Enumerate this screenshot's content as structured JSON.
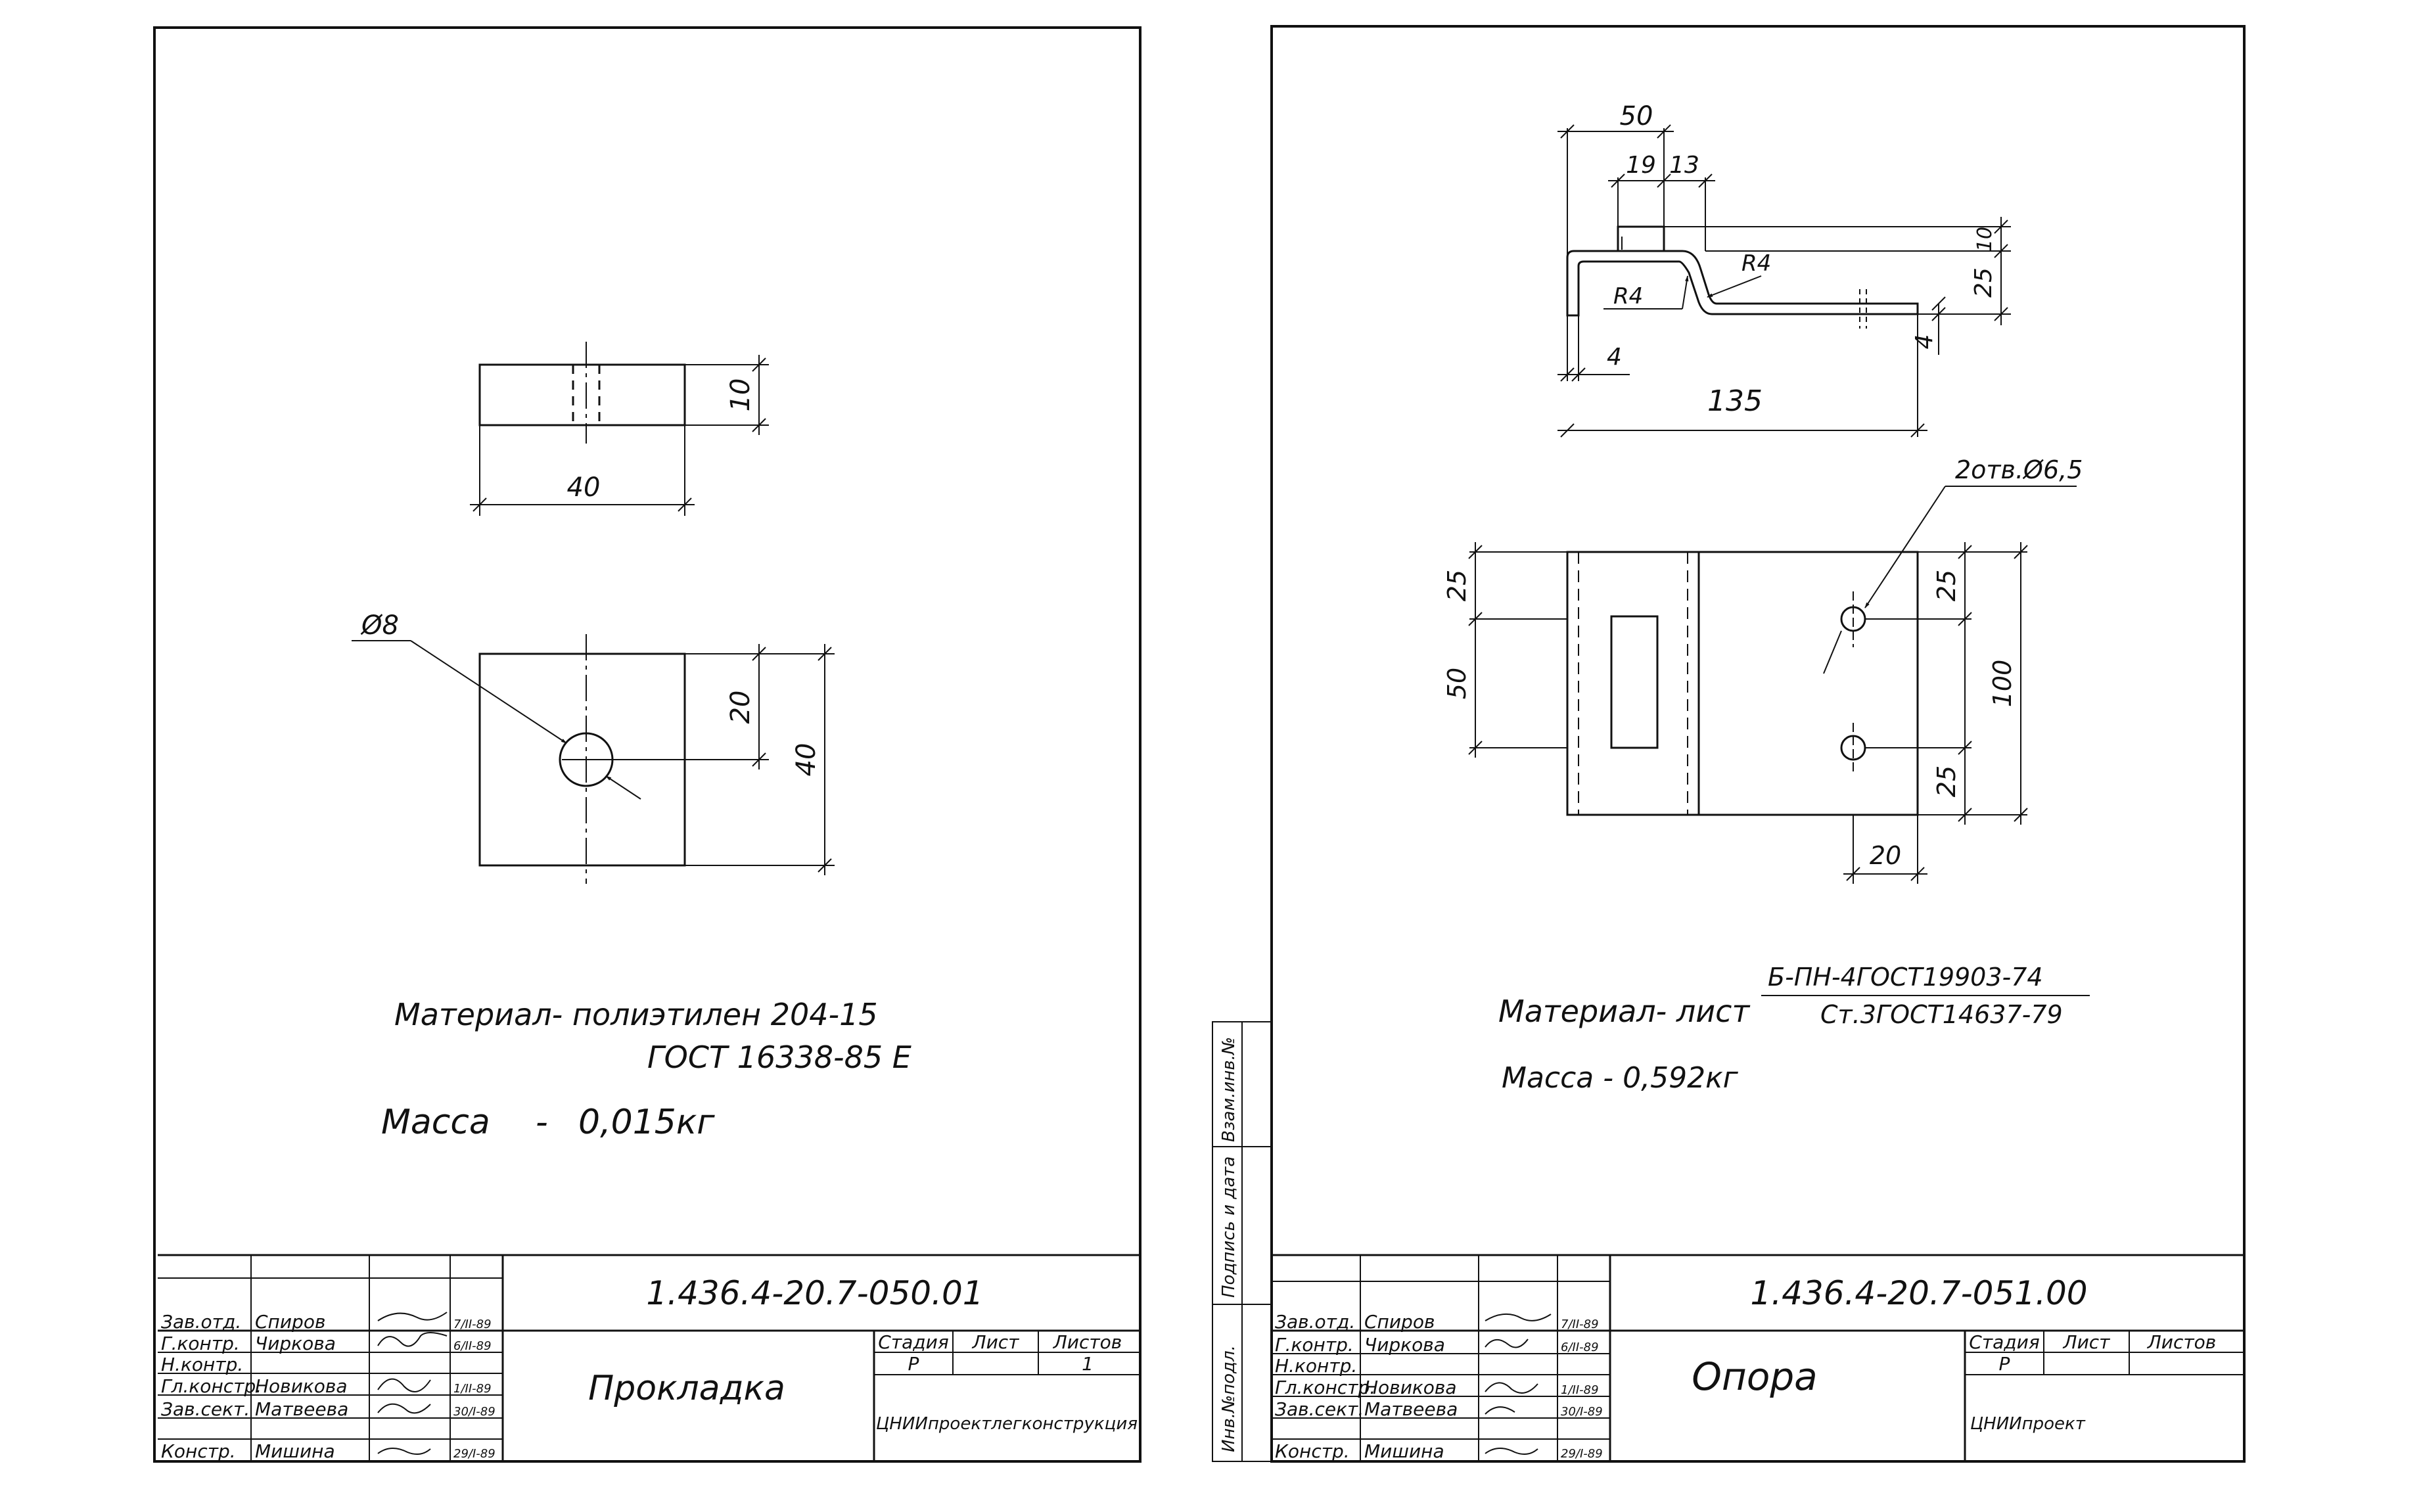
{
  "sheet1": {
    "drawing": {
      "dim_width": "40",
      "dim_thickness": "10",
      "dim_hole_dia": "Ø8",
      "dim_hole_pos": "20",
      "dim_height": "40"
    },
    "material_line1": "Материал- полиэтилен 204-15",
    "material_line2": "ГОСТ 16338-85 Е",
    "mass_label": "Масса",
    "mass_dash": "-",
    "mass_value": "0,015кг",
    "title_block": {
      "doc_code": "1.436.4-20.7-050.01",
      "part_name": "Прокладка",
      "stage_header": "Стадия",
      "sheet_header": "Лист",
      "sheets_header": "Листов",
      "stage_value": "Р",
      "sheets_value": "1",
      "org": "ЦНИИпроектлегконструкция",
      "rows": [
        {
          "role": "Зав.отд.",
          "name": "Спиров",
          "date": "7/II-89"
        },
        {
          "role": "Г.контр.",
          "name": "Чиркова",
          "date": "6/II-89"
        },
        {
          "role": "Н.контр.",
          "name": "",
          "date": ""
        },
        {
          "role": "Гл.констр.",
          "name": "Новикова",
          "date": "1/II-89"
        },
        {
          "role": "Зав.сект.",
          "name": "Матвеева",
          "date": "30/I-89"
        },
        {
          "role": "Констр.",
          "name": "Мишина",
          "date": "29/I-89"
        }
      ]
    }
  },
  "sheet2": {
    "drawing": {
      "dim_50": "50",
      "dim_19": "19",
      "dim_13": "13",
      "dim_10": "10",
      "dim_r4_outer": "R4",
      "dim_r4_inner": "R4",
      "dim_25_top": "25",
      "dim_4_left": "4",
      "dim_4_right": "4",
      "dim_135": "135",
      "hole_note": "2отв.Ø6,5",
      "dim_25_left": "25",
      "dim_50_left": "50",
      "dim_25_right_top": "25",
      "dim_100": "100",
      "dim_25_right_bottom": "25",
      "dim_20": "20"
    },
    "material_label": "Материал- лист",
    "material_numerator": "Б-ПН-4ГОСТ19903-74",
    "material_denominator": "Ст.3ГОСТ14637-79",
    "mass_label": "Масса - 0,592кг",
    "side_stamp": [
      "Инв.№подл.",
      "Подпись и дата",
      "Взам.инв.№"
    ],
    "title_block": {
      "doc_code": "1.436.4-20.7-051.00",
      "part_name": "Опора",
      "stage_header": "Стадия",
      "sheet_header": "Лист",
      "sheets_header": "Листов",
      "stage_value": "Р",
      "org": "ЦНИИпроект",
      "rows": [
        {
          "role": "Зав.отд.",
          "name": "Спиров",
          "date": "7/II-89"
        },
        {
          "role": "Г.контр.",
          "name": "Чиркова",
          "date": "6/II-89"
        },
        {
          "role": "Н.контр.",
          "name": "",
          "date": ""
        },
        {
          "role": "Гл.констр.",
          "name": "Новикова",
          "date": "1/II-89"
        },
        {
          "role": "Зав.сект.",
          "name": "Матвеева",
          "date": "30/I-89"
        },
        {
          "role": "Констр.",
          "name": "Мишина",
          "date": "29/I-89"
        }
      ]
    }
  }
}
